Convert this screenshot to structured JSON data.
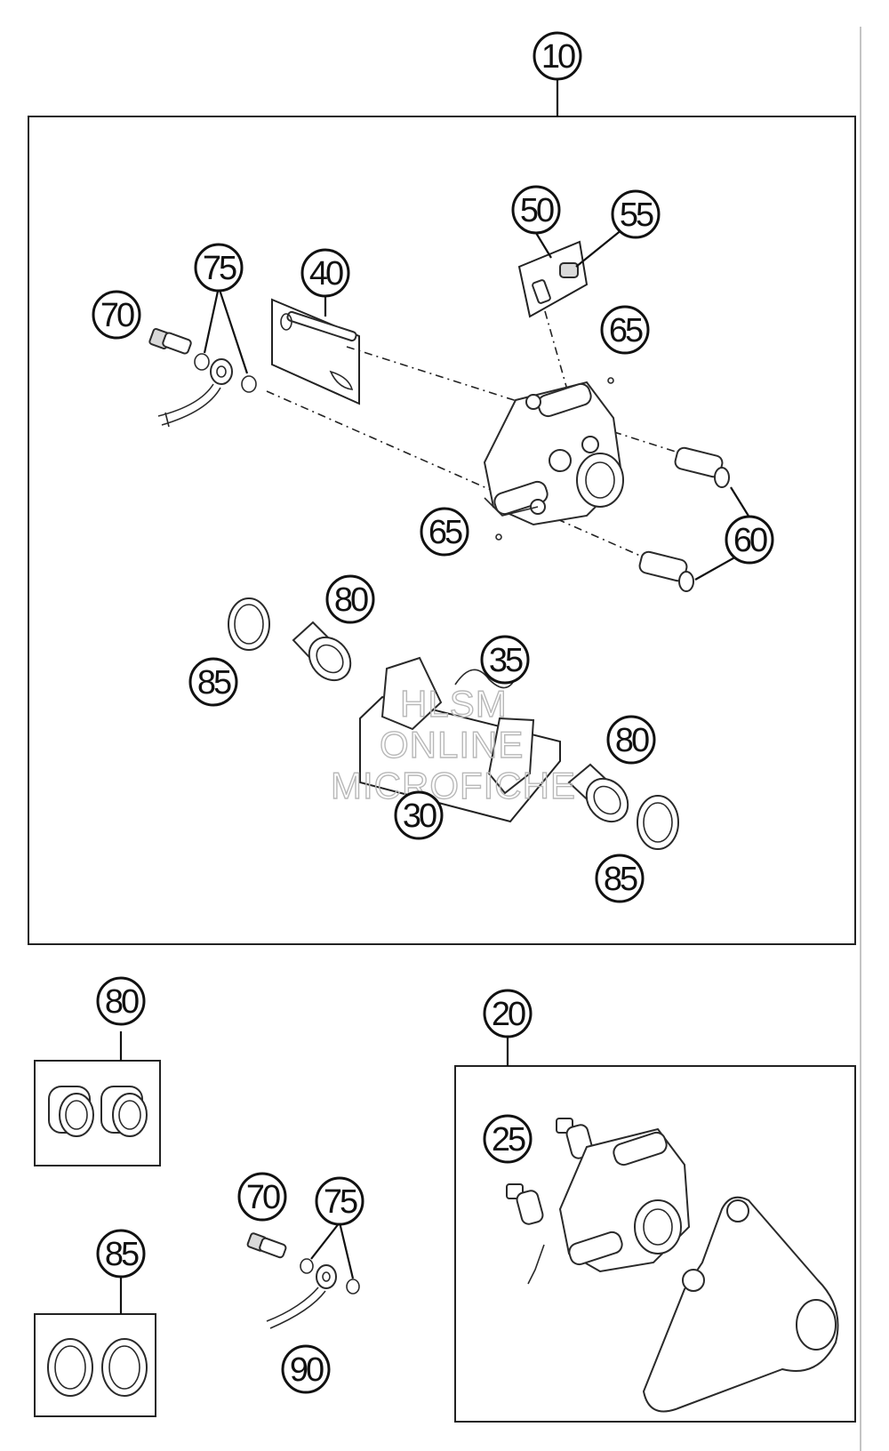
{
  "watermark": {
    "line1": "HLSM",
    "line2": "ONLINE",
    "line3": "MICROFICHE"
  },
  "callouts": {
    "c10": "10",
    "c20": "20",
    "c25": "25",
    "c30": "30",
    "c35": "35",
    "c40": "40",
    "c50": "50",
    "c55": "55",
    "c60": "60",
    "c65a": "65",
    "c65b": "65",
    "c70a": "70",
    "c70b": "70",
    "c75a": "75",
    "c75b": "75",
    "c80a": "80",
    "c80b": "80",
    "c80c": "80",
    "c85a": "85",
    "c85b": "85",
    "c85c": "85",
    "c90": "90"
  }
}
